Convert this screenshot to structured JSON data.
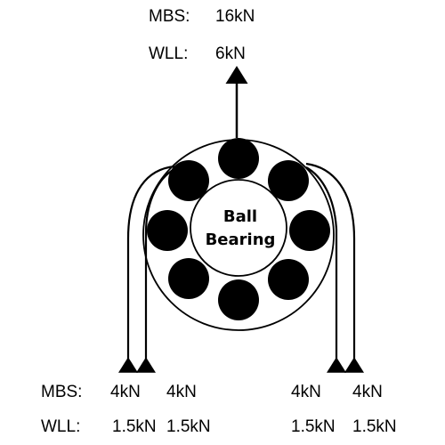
{
  "top": {
    "mbs_label": "MBS:",
    "mbs_value": "16kN",
    "wll_label": "WLL:",
    "wll_value": "6kN"
  },
  "bearing": {
    "label_line1": "Ball",
    "label_line2": "Bearing",
    "ball_count": 8
  },
  "bottom": {
    "mbs_label": "MBS:",
    "wll_label": "WLL:",
    "legs": [
      {
        "mbs": "4kN",
        "wll": "1.5kN"
      },
      {
        "mbs": "4kN",
        "wll": "1.5kN"
      },
      {
        "mbs": "4kN",
        "wll": "1.5kN"
      },
      {
        "mbs": "4kN",
        "wll": "1.5kN"
      }
    ]
  },
  "colors": {
    "ink": "#000000",
    "background": "#ffffff"
  }
}
